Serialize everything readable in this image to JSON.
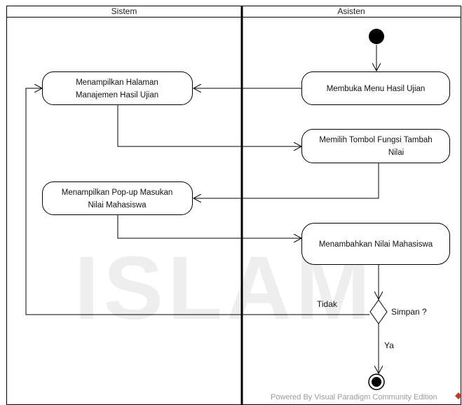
{
  "lanes": {
    "left_title": "Sistem",
    "right_title": "Asisten"
  },
  "nodes": {
    "membuka_menu": "Membuka Menu Hasil Ujian",
    "menampilkan_halaman_1": "Menampilkan Halaman",
    "menampilkan_halaman_2": "Manajemen Hasil Ujian",
    "memilih_tombol_1": "Memilih Tombol Fungsi Tambah",
    "memilih_tombol_2": "Nilai",
    "menampilkan_popup_1": "Menampilkan Pop-up Masukan",
    "menampilkan_popup_2": "Nilai Mahasiswa",
    "menambahkan_nilai": "Menambahkan Nilai Mahasiswa"
  },
  "decision": {
    "label": "Simpan ?",
    "no_label": "Tidak",
    "yes_label": "Ya"
  },
  "watermark": "ISLAM",
  "footer": {
    "text": "Powered By  Visual Paradigm Community Edition"
  },
  "colors": {
    "line": "#000000",
    "node_fill": "#ffffff",
    "watermark": "#cfcfcf",
    "footer_logo": "#c0392b"
  }
}
